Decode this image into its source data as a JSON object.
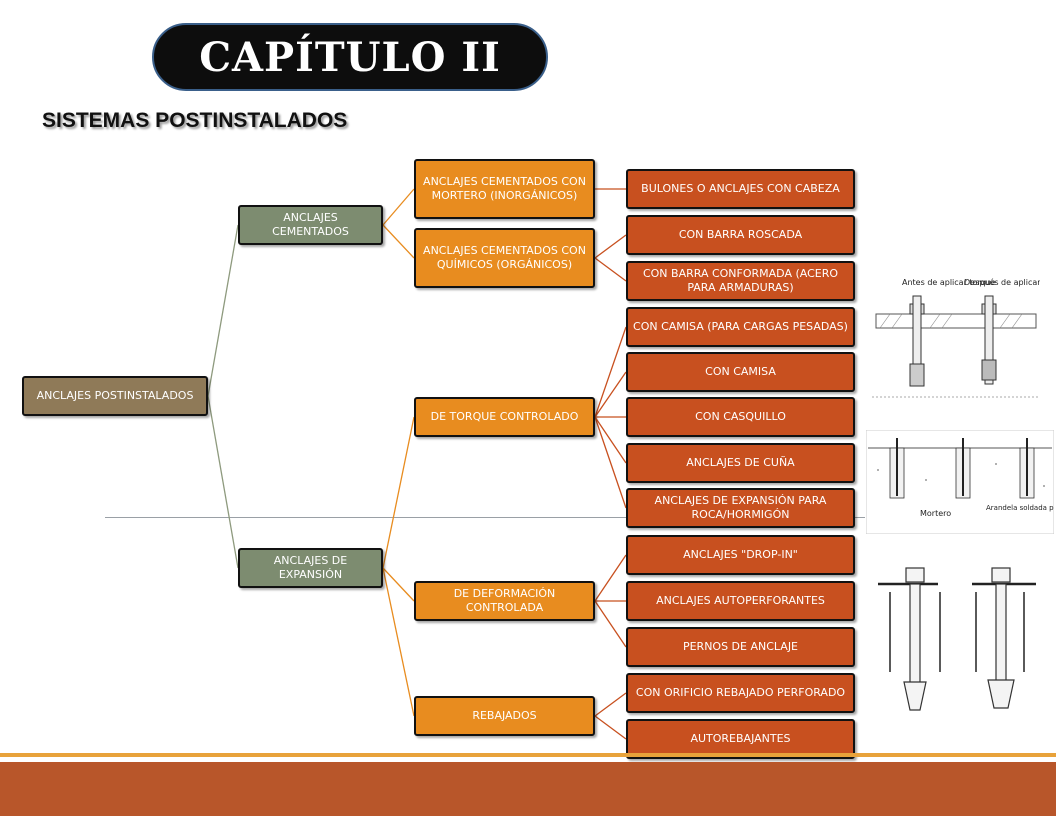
{
  "title": "CAPÍTULO II",
  "subtitle": "SISTEMAS POSTINSTALADOS",
  "tree": {
    "root": "ANCLAJES POSTINSTALADOS",
    "cementados": "ANCLAJES CEMENTADOS",
    "expansion": "ANCLAJES DE EXPANSIÓN",
    "cem_mortero": "ANCLAJES CEMENTADOS CON MORTERO (INORGÁNICOS)",
    "cem_quimicos": "ANCLAJES CEMENTADOS CON QUÍMICOS (ORGÁNICOS)",
    "torque": "DE TORQUE CONTROLADO",
    "deformacion": "DE DEFORMACIÓN CONTROLADA",
    "rebajados": "REBAJADOS",
    "bulones": "BULONES O ANCLAJES CON CABEZA",
    "barra_roscada": "CON BARRA ROSCADA",
    "barra_conformada": "CON BARRA CONFORMADA (ACERO PARA ARMADURAS)",
    "camisa_pesadas": "CON CAMISA (PARA CARGAS PESADAS)",
    "camisa": "CON CAMISA",
    "casquillo": "CON CASQUILLO",
    "cuna": "ANCLAJES DE CUÑA",
    "expansion_roca": "ANCLAJES DE EXPANSIÓN PARA ROCA/HORMIGÓN",
    "drop_in": "ANCLAJES \"DROP-IN\"",
    "autoperforantes": "ANCLAJES AUTOPERFORANTES",
    "pernos": "PERNOS DE ANCLAJE",
    "orificio": "CON ORIFICIO REBAJADO PERFORADO",
    "autorebajantes": "AUTOREBAJANTES"
  },
  "figures": {
    "torque_before": "Antes de aplicar torque",
    "torque_after": "Después de aplicar torque",
    "mortero": "Mortero",
    "arandela": "Arandela soldada por puntos a la tuerca"
  }
}
